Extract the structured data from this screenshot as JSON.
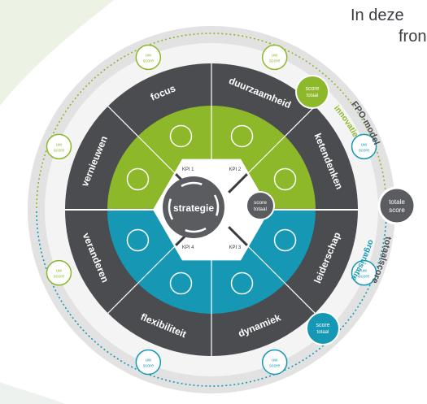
{
  "header": {
    "line1": "In deze",
    "line2": "fron"
  },
  "model": {
    "center_label": "strategie",
    "center_score": [
      "score",
      "totaal"
    ],
    "kpis": [
      "KPI 1",
      "KPI 2",
      "KPI 3",
      "KPI 4"
    ],
    "segments": [
      "vernieuwen",
      "focus",
      "duurzaamheid",
      "ketendenken",
      "leiderschap",
      "dynamiek",
      "flexibiliteit",
      "veranderen"
    ],
    "uw_score": [
      "uw",
      "score"
    ],
    "score_totaal": [
      "score",
      "totaal"
    ],
    "halves": {
      "innovatie": "innovatie",
      "organisatie": "organisatie"
    },
    "outer_ring": {
      "model_name": "FPO-model",
      "totaalscore": "totaalscore"
    },
    "totale_score": [
      "totale",
      "score"
    ],
    "colors": {
      "green": "#8cb82a",
      "teal": "#1698b5",
      "dark": "#4a4c50",
      "mid": "#5a5c60",
      "ring": "#d9d9d9"
    }
  }
}
